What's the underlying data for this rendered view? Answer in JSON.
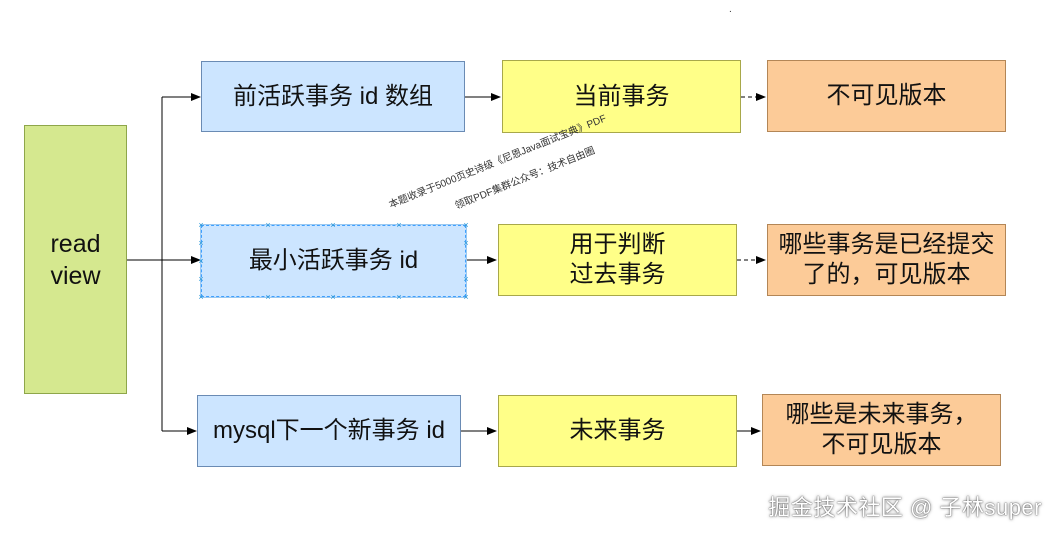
{
  "diagram": {
    "root": {
      "label_line1": "read",
      "label_line2": "view"
    },
    "rows": [
      {
        "source": "前活跃事务 id 数组",
        "meaning": "当前事务",
        "result": "不可见版本"
      },
      {
        "source": "最小活跃事务 id",
        "meaning_line1": "用于判断",
        "meaning_line2": "过去事务",
        "result_line1": "哪些事务是已经提交",
        "result_line2": "了的，可见版本"
      },
      {
        "source": "mysql下一个新事务 id",
        "meaning": "未来事务",
        "result_line1": "哪些是未来事务，",
        "result_line2": "不可见版本"
      }
    ],
    "colors": {
      "root": "#d5e88f",
      "source": "#cce5ff",
      "meaning": "#ffff88",
      "result": "#fccb98",
      "arrow": "#000000"
    }
  },
  "watermark": {
    "line1": "本题收录于5000页史诗级《尼恩Java面试宝典》PDF",
    "line2": "领取PDF集群公众号：技术自由圈"
  },
  "credit": "掘金技术社区 @ 子林super",
  "stray_mark": "."
}
